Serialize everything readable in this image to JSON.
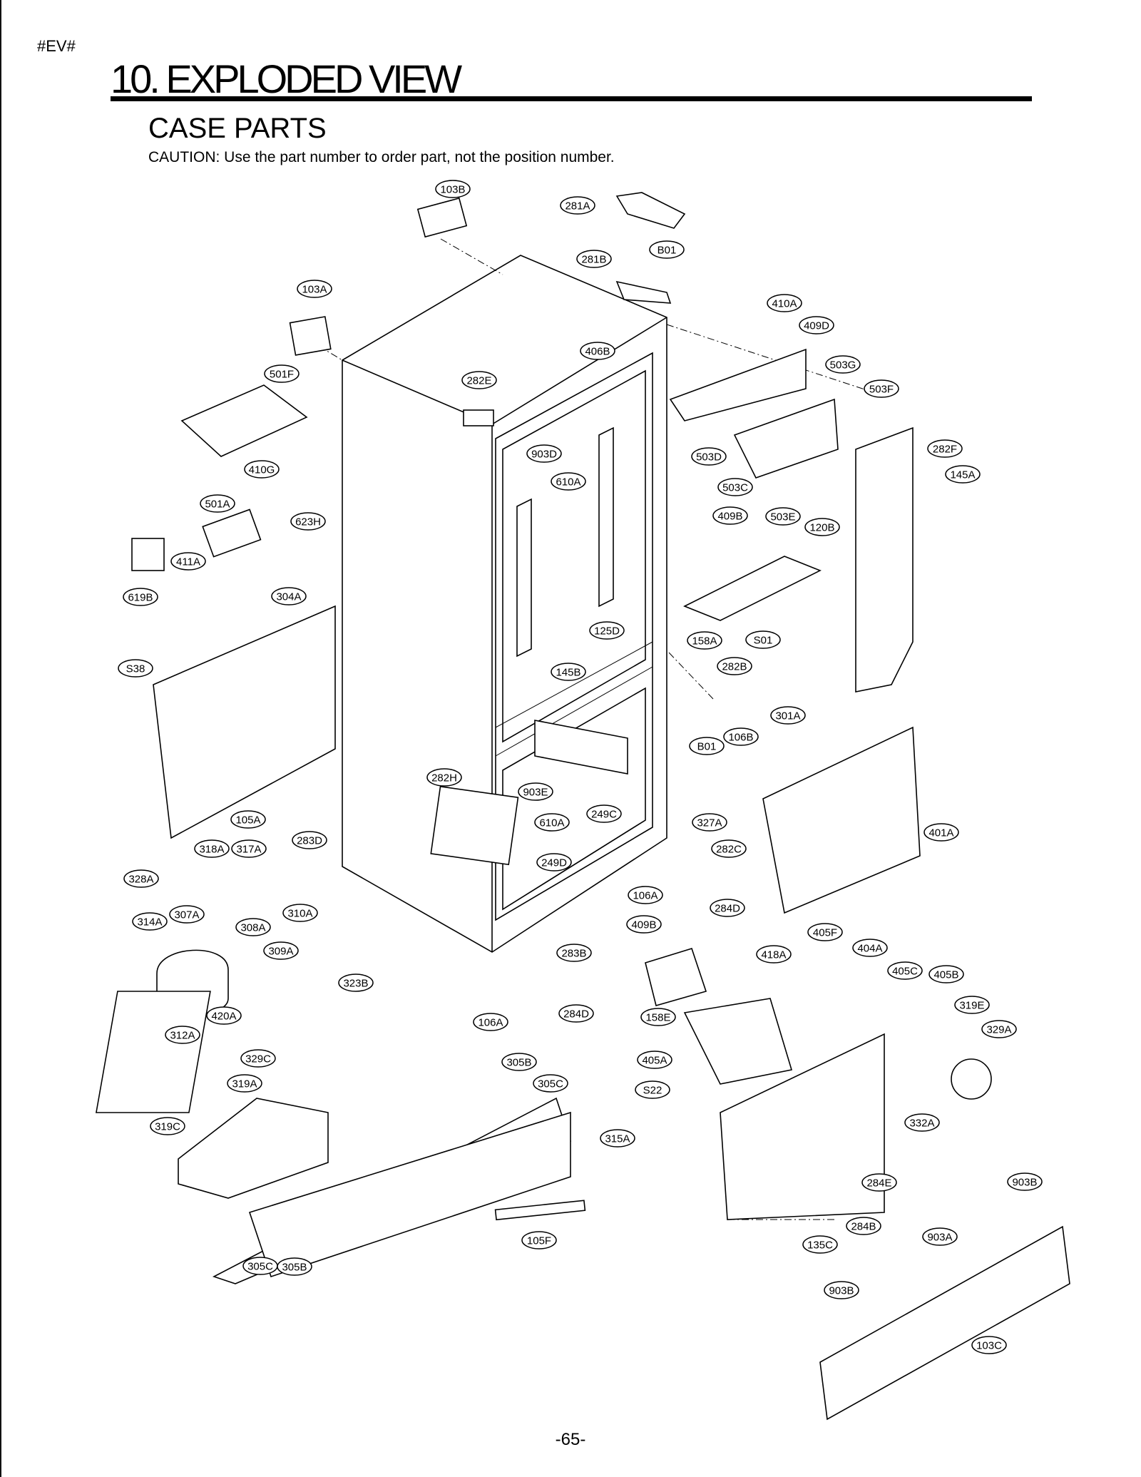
{
  "page": {
    "tag": "#EV#",
    "title": "10. EXPLODED VIEW",
    "section": "CASE PARTS",
    "caution": "CAUTION: Use the part number to order part, not the position number.",
    "page_number": "-65-"
  },
  "callouts": [
    "103B",
    "281A",
    "B01",
    "281B",
    "103A",
    "410A",
    "409D",
    "406B",
    "503G",
    "282E",
    "501F",
    "503F",
    "903D",
    "282F",
    "145A",
    "410G",
    "503D",
    "610A",
    "503C",
    "503E",
    "120B",
    "501A",
    "623H",
    "409B",
    "411A",
    "619B",
    "304A",
    "125D",
    "158A",
    "S01",
    "S38",
    "145B",
    "282B",
    "301A",
    "106B",
    "B01",
    "282H",
    "903E",
    "249C",
    "610A",
    "105A",
    "283D",
    "327A",
    "318A",
    "317A",
    "282C",
    "401A",
    "328A",
    "249D",
    "106A",
    "284D",
    "310A",
    "409B",
    "314A",
    "307A",
    "308A",
    "405F",
    "418A",
    "404A",
    "309A",
    "283B",
    "405C",
    "405B",
    "323B",
    "319E",
    "284D",
    "158E",
    "420A",
    "106A",
    "329A",
    "312A",
    "329C",
    "405A",
    "305B",
    "319A",
    "305C",
    "S22",
    "319C",
    "332A",
    "315A",
    "284E",
    "903B",
    "105F",
    "284B",
    "903A",
    "135C",
    "305C",
    "305B",
    "903B",
    "103C"
  ]
}
